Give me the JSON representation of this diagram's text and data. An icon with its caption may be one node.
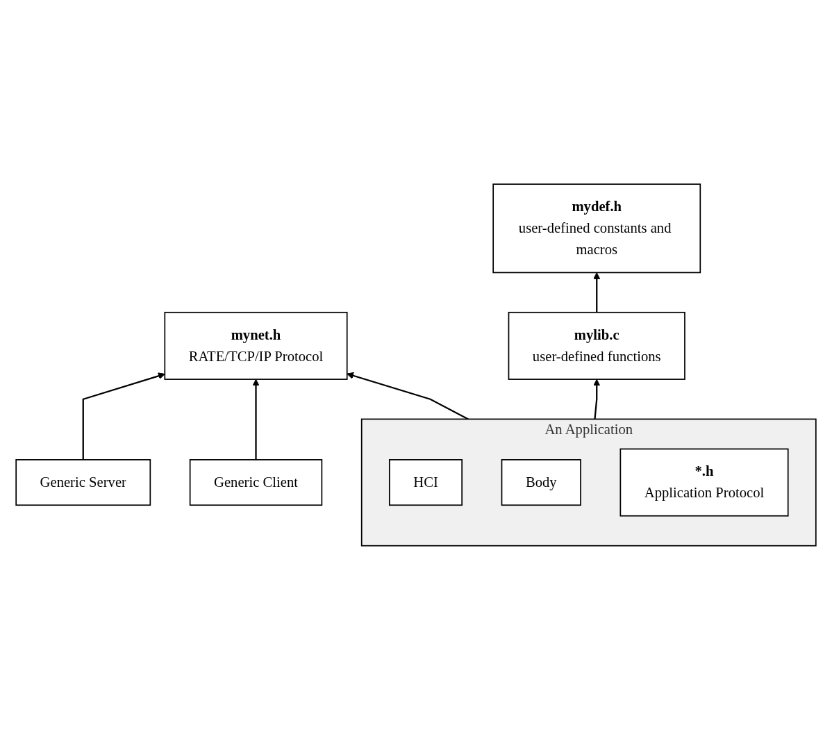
{
  "diagram": {
    "nodes": [
      {
        "text": [
          "mynet.h",
          "RATE/TCP/IP Protocol"
        ]
      },
      {
        "text": [
          "mydef.h",
          "user-defined constants and macros"
        ]
      },
      {
        "text": [
          "Generic Server"
        ]
      },
      {
        "text": [
          "Generic Client"
        ]
      },
      {
        "text": [
          "An Application"
        ]
      },
      {
        "text": [
          "HCI"
        ],
        "in": 4
      },
      {
        "text": [
          "Body"
        ],
        "in": 4
      },
      {
        "text": [
          "*.h",
          "Application Protocol"
        ],
        "in": 4
      },
      {
        "text": [
          "mylib.c",
          "user-defined functions"
        ]
      }
    ],
    "edges": [
      {
        "from": 2,
        "to": 0,
        "arrow": "to"
      },
      {
        "from": 4,
        "to": 0,
        "arrow": "to"
      },
      {
        "from": 3,
        "to": 0,
        "arrow": "to"
      },
      {
        "from": 4,
        "to": 8,
        "arrow": "to"
      },
      {
        "from": 8,
        "to": 1,
        "arrow": "to"
      }
    ]
  }
}
